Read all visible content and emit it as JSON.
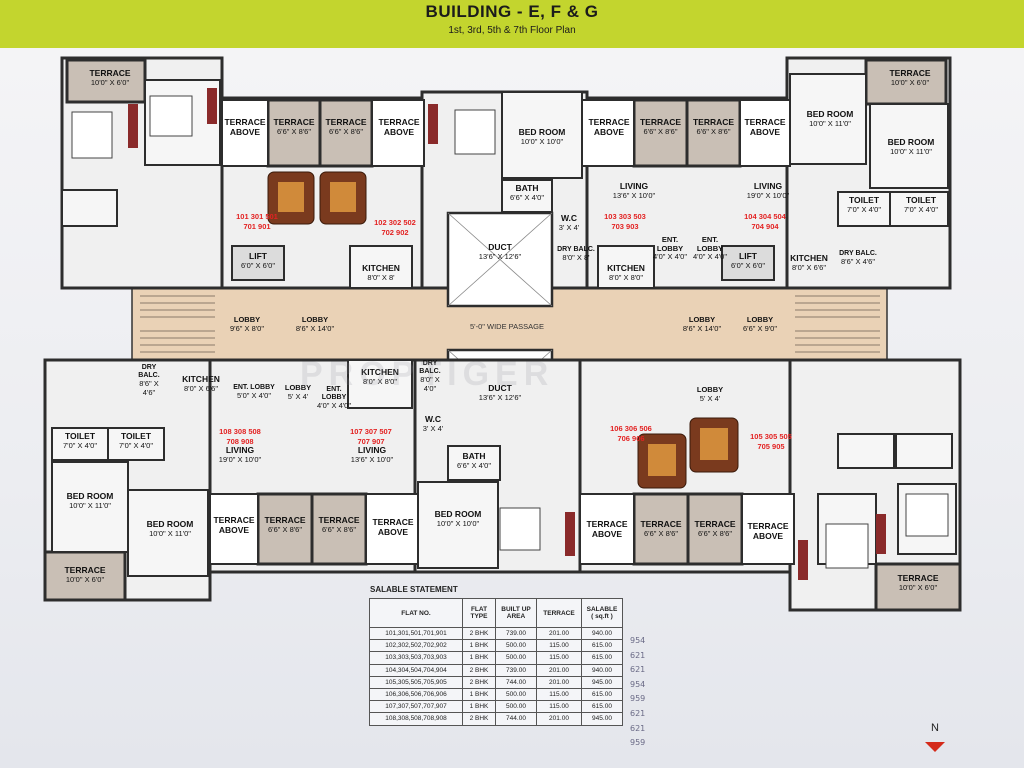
{
  "header": {
    "title": "BUILDING - E, F & G",
    "subtitle": "1st, 3rd, 5th & 7th Floor Plan",
    "accent_color": "#c3d52e"
  },
  "rooms": {
    "terrace_tl": {
      "name": "TERRACE",
      "dim": "10'0\" X 6'0\""
    },
    "terrace_above_1": {
      "name": "TERRACE ABOVE",
      "dim": ""
    },
    "terrace_1": {
      "name": "TERRACE",
      "dim": "6'6\" X 8'6\""
    },
    "terrace_2": {
      "name": "TERRACE",
      "dim": "6'6\" X 8'6\""
    },
    "terrace_above_2": {
      "name": "TERRACE ABOVE",
      "dim": ""
    },
    "bedroom_top_mid": {
      "name": "BED ROOM",
      "dim": "10'0\" X 10'0\""
    },
    "terrace_above_3": {
      "name": "TERRACE ABOVE",
      "dim": ""
    },
    "terrace_3": {
      "name": "TERRACE",
      "dim": "6'6\" X 8'6\""
    },
    "terrace_4": {
      "name": "TERRACE",
      "dim": "6'6\" X 8'6\""
    },
    "terrace_above_4": {
      "name": "TERRACE ABOVE",
      "dim": ""
    },
    "bedroom_tr1": {
      "name": "BED ROOM",
      "dim": "10'0\" X 11'0\""
    },
    "terrace_tr": {
      "name": "TERRACE",
      "dim": "10'0\" X 6'0\""
    },
    "bedroom_tr2": {
      "name": "BED ROOM",
      "dim": "10'0\" X 11'0\""
    },
    "bath_top": {
      "name": "BATH",
      "dim": "6'6\" X 4'0\""
    },
    "wc_top": {
      "name": "W.C",
      "dim": "3' X 4'"
    },
    "living_top_1": {
      "name": "LIVING",
      "dim": "13'6\" X 10'0\""
    },
    "living_top_2": {
      "name": "LIVING",
      "dim": "19'0\" X 10'0\""
    },
    "toilet_tr1": {
      "name": "TOILET",
      "dim": "7'0\" X 4'0\""
    },
    "toilet_tr2": {
      "name": "TOILET",
      "dim": "7'0\" X 4'0\""
    },
    "duct_top": {
      "name": "DUCT",
      "dim": "13'6\" X 12'6\""
    },
    "ent_lobby_t1": {
      "name": "ENT. LOBBY",
      "dim": "4'0\" X 4'0\""
    },
    "ent_lobby_t2": {
      "name": "ENT. LOBBY",
      "dim": "4'0\" X 4'0\""
    },
    "lift_left": {
      "name": "LIFT",
      "dim": "6'0\" X 6'0\""
    },
    "kitchen_tl": {
      "name": "KITCHEN",
      "dim": "8'0\" X 8'"
    },
    "dry_balc_t1": {
      "name": "DRY BALC.",
      "dim": "8'0\" X 8'"
    },
    "kitchen_tm": {
      "name": "KITCHEN",
      "dim": "8'0\" X 8'0\""
    },
    "lift_right": {
      "name": "LIFT",
      "dim": "6'0\" X 6'0\""
    },
    "kitchen_tr": {
      "name": "KITCHEN",
      "dim": "8'0\" X 6'6\""
    },
    "dry_balc_t2": {
      "name": "DRY BALC.",
      "dim": "8'6\" X 4'6\""
    },
    "lobby_l1": {
      "name": "LOBBY",
      "dim": "9'6\" X 8'0\""
    },
    "lobby_l2": {
      "name": "LOBBY",
      "dim": "8'6\" X 14'0\""
    },
    "lobby_r1": {
      "name": "LOBBY",
      "dim": "8'6\" X 14'0\""
    },
    "lobby_r2": {
      "name": "LOBBY",
      "dim": "6'6\" X 9'0\""
    },
    "dry_balc_bl": {
      "name": "DRY BALC.",
      "dim": "8'6\" X 4'6\""
    },
    "kitchen_bl": {
      "name": "KITCHEN",
      "dim": "8'0\" X 6'6\""
    },
    "ent_lobby_b1": {
      "name": "ENT. LOBBY",
      "dim": "5'0\" X 4'0\""
    },
    "lobby_b1": {
      "name": "LOBBY",
      "dim": "5' X 4'"
    },
    "ent_lobby_b2": {
      "name": "ENT. LOBBY",
      "dim": "4'0\" X 4'0\""
    },
    "kitchen_bm": {
      "name": "KITCHEN",
      "dim": "8'0\" X 8'0\""
    },
    "dry_balc_b2": {
      "name": "DRY BALC.",
      "dim": "8'0\" X 4'0\""
    },
    "duct_bottom": {
      "name": "DUCT",
      "dim": "13'6\" X 12'6\""
    },
    "lobby_b2": {
      "name": "LOBBY",
      "dim": "5' X 4'"
    },
    "wc_bottom": {
      "name": "W.C",
      "dim": "3' X 4'"
    },
    "bath_bottom": {
      "name": "BATH",
      "dim": "6'6\" X 4'0\""
    },
    "toilet_bl1": {
      "name": "TOILET",
      "dim": "7'0\" X 4'0\""
    },
    "toilet_bl2": {
      "name": "TOILET",
      "dim": "7'0\" X 4'0\""
    },
    "living_b1": {
      "name": "LIVING",
      "dim": "19'0\" X 10'0\""
    },
    "living_b2": {
      "name": "LIVING",
      "dim": "13'6\" X 10'0\""
    },
    "bedroom_bl1": {
      "name": "BED ROOM",
      "dim": "10'0\" X 11'0\""
    },
    "bedroom_bl2": {
      "name": "BED ROOM",
      "dim": "10'0\" X 11'0\""
    },
    "terrace_above_b1": {
      "name": "TERRACE ABOVE",
      "dim": ""
    },
    "terrace_b1": {
      "name": "TERRACE",
      "dim": "6'6\" X 8'6\""
    },
    "terrace_b2": {
      "name": "TERRACE",
      "dim": "6'6\" X 8'6\""
    },
    "terrace_above_b2": {
      "name": "TERRACE ABOVE",
      "dim": ""
    },
    "bedroom_bm": {
      "name": "BED ROOM",
      "dim": "10'0\" X 10'0\""
    },
    "terrace_above_b3": {
      "name": "TERRACE ABOVE",
      "dim": ""
    },
    "terrace_b3": {
      "name": "TERRACE",
      "dim": "6'6\" X 8'6\""
    },
    "terrace_b4": {
      "name": "TERRACE",
      "dim": "6'6\" X 8'6\""
    },
    "terrace_above_b4": {
      "name": "TERRACE ABOVE",
      "dim": ""
    },
    "terrace_bl": {
      "name": "TERRACE",
      "dim": "10'0\" X 6'0\""
    },
    "terrace_br": {
      "name": "TERRACE",
      "dim": "10'0\" X 6'0\""
    }
  },
  "passage_label": "5'-0\" WIDE PASSAGE",
  "flat_labels": {
    "tl": {
      "line1": "101  301  501",
      "line2": "701  901"
    },
    "tm": {
      "line1": "102  302  502",
      "line2": "702  902"
    },
    "tc": {
      "line1": "103  303  503",
      "line2": "703  903"
    },
    "tr": {
      "line1": "104  304  504",
      "line2": "704  904"
    },
    "bl": {
      "line1": "108  308  508",
      "line2": "708  908"
    },
    "bm": {
      "line1": "107  307  507",
      "line2": "707  907"
    },
    "bc": {
      "line1": "106  306  506",
      "line2": "706  906"
    },
    "br": {
      "line1": "105  305  505",
      "line2": "705  905"
    }
  },
  "watermark": "PROPTIGER",
  "saleable_statement": {
    "title": "SALABLE STATEMENT",
    "headers": [
      "FLAT NO.",
      "FLAT TYPE",
      "BUILT UP AREA",
      "TERRACE",
      "SALABLE ( sq.ft )"
    ],
    "rows": [
      [
        "101,301,501,701,901",
        "2 BHK",
        "739.00",
        "201.00",
        "940.00"
      ],
      [
        "102,302,502,702,902",
        "1 BHK",
        "500.00",
        "115.00",
        "615.00"
      ],
      [
        "103,303,503,703,903",
        "1 BHK",
        "500.00",
        "115.00",
        "615.00"
      ],
      [
        "104,304,504,704,904",
        "2 BHK",
        "739.00",
        "201.00",
        "940.00"
      ],
      [
        "105,305,505,705,905",
        "2 BHK",
        "744.00",
        "201.00",
        "945.00"
      ],
      [
        "106,306,506,706,906",
        "1 BHK",
        "500.00",
        "115.00",
        "615.00"
      ],
      [
        "107,307,507,707,907",
        "1 BHK",
        "500.00",
        "115.00",
        "615.00"
      ],
      [
        "108,308,508,708,908",
        "2 BHK",
        "744.00",
        "201.00",
        "945.00"
      ]
    ],
    "handwritten": [
      "954",
      "621",
      "621",
      "954",
      "959",
      "621",
      "621",
      "959"
    ]
  },
  "north_label": "N",
  "colors": {
    "wall": "#2d2d2d",
    "terrace_fill": "#c9bfb5",
    "passage_fill": "#ead2b6",
    "room_fill": "#f2f2f2",
    "flat_number_color": "#e32222"
  }
}
